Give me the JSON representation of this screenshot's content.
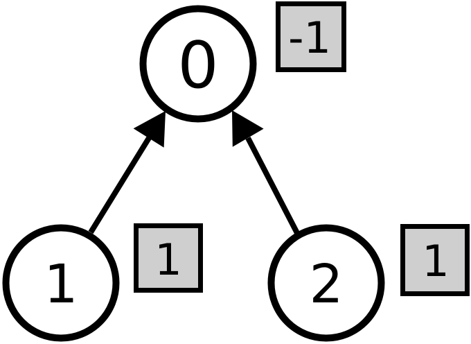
{
  "graph": {
    "description": "Directed graph: nodes 1 and 2 each point to node 0; each node has a gray value box",
    "nodes": [
      {
        "id": "0",
        "label": "0"
      },
      {
        "id": "1",
        "label": "1"
      },
      {
        "id": "2",
        "label": "2"
      }
    ],
    "values": [
      {
        "node": "0",
        "label": "-1"
      },
      {
        "node": "1",
        "label": "1"
      },
      {
        "node": "2",
        "label": "1"
      }
    ],
    "edges": [
      {
        "source": "1",
        "target": "0",
        "directed": true
      },
      {
        "source": "2",
        "target": "0",
        "directed": true
      }
    ],
    "colors": {
      "background": "#ffffff",
      "node_fill": "#ffffff",
      "outline": "#000000",
      "value_box_fill": "#cfcfcf"
    }
  }
}
